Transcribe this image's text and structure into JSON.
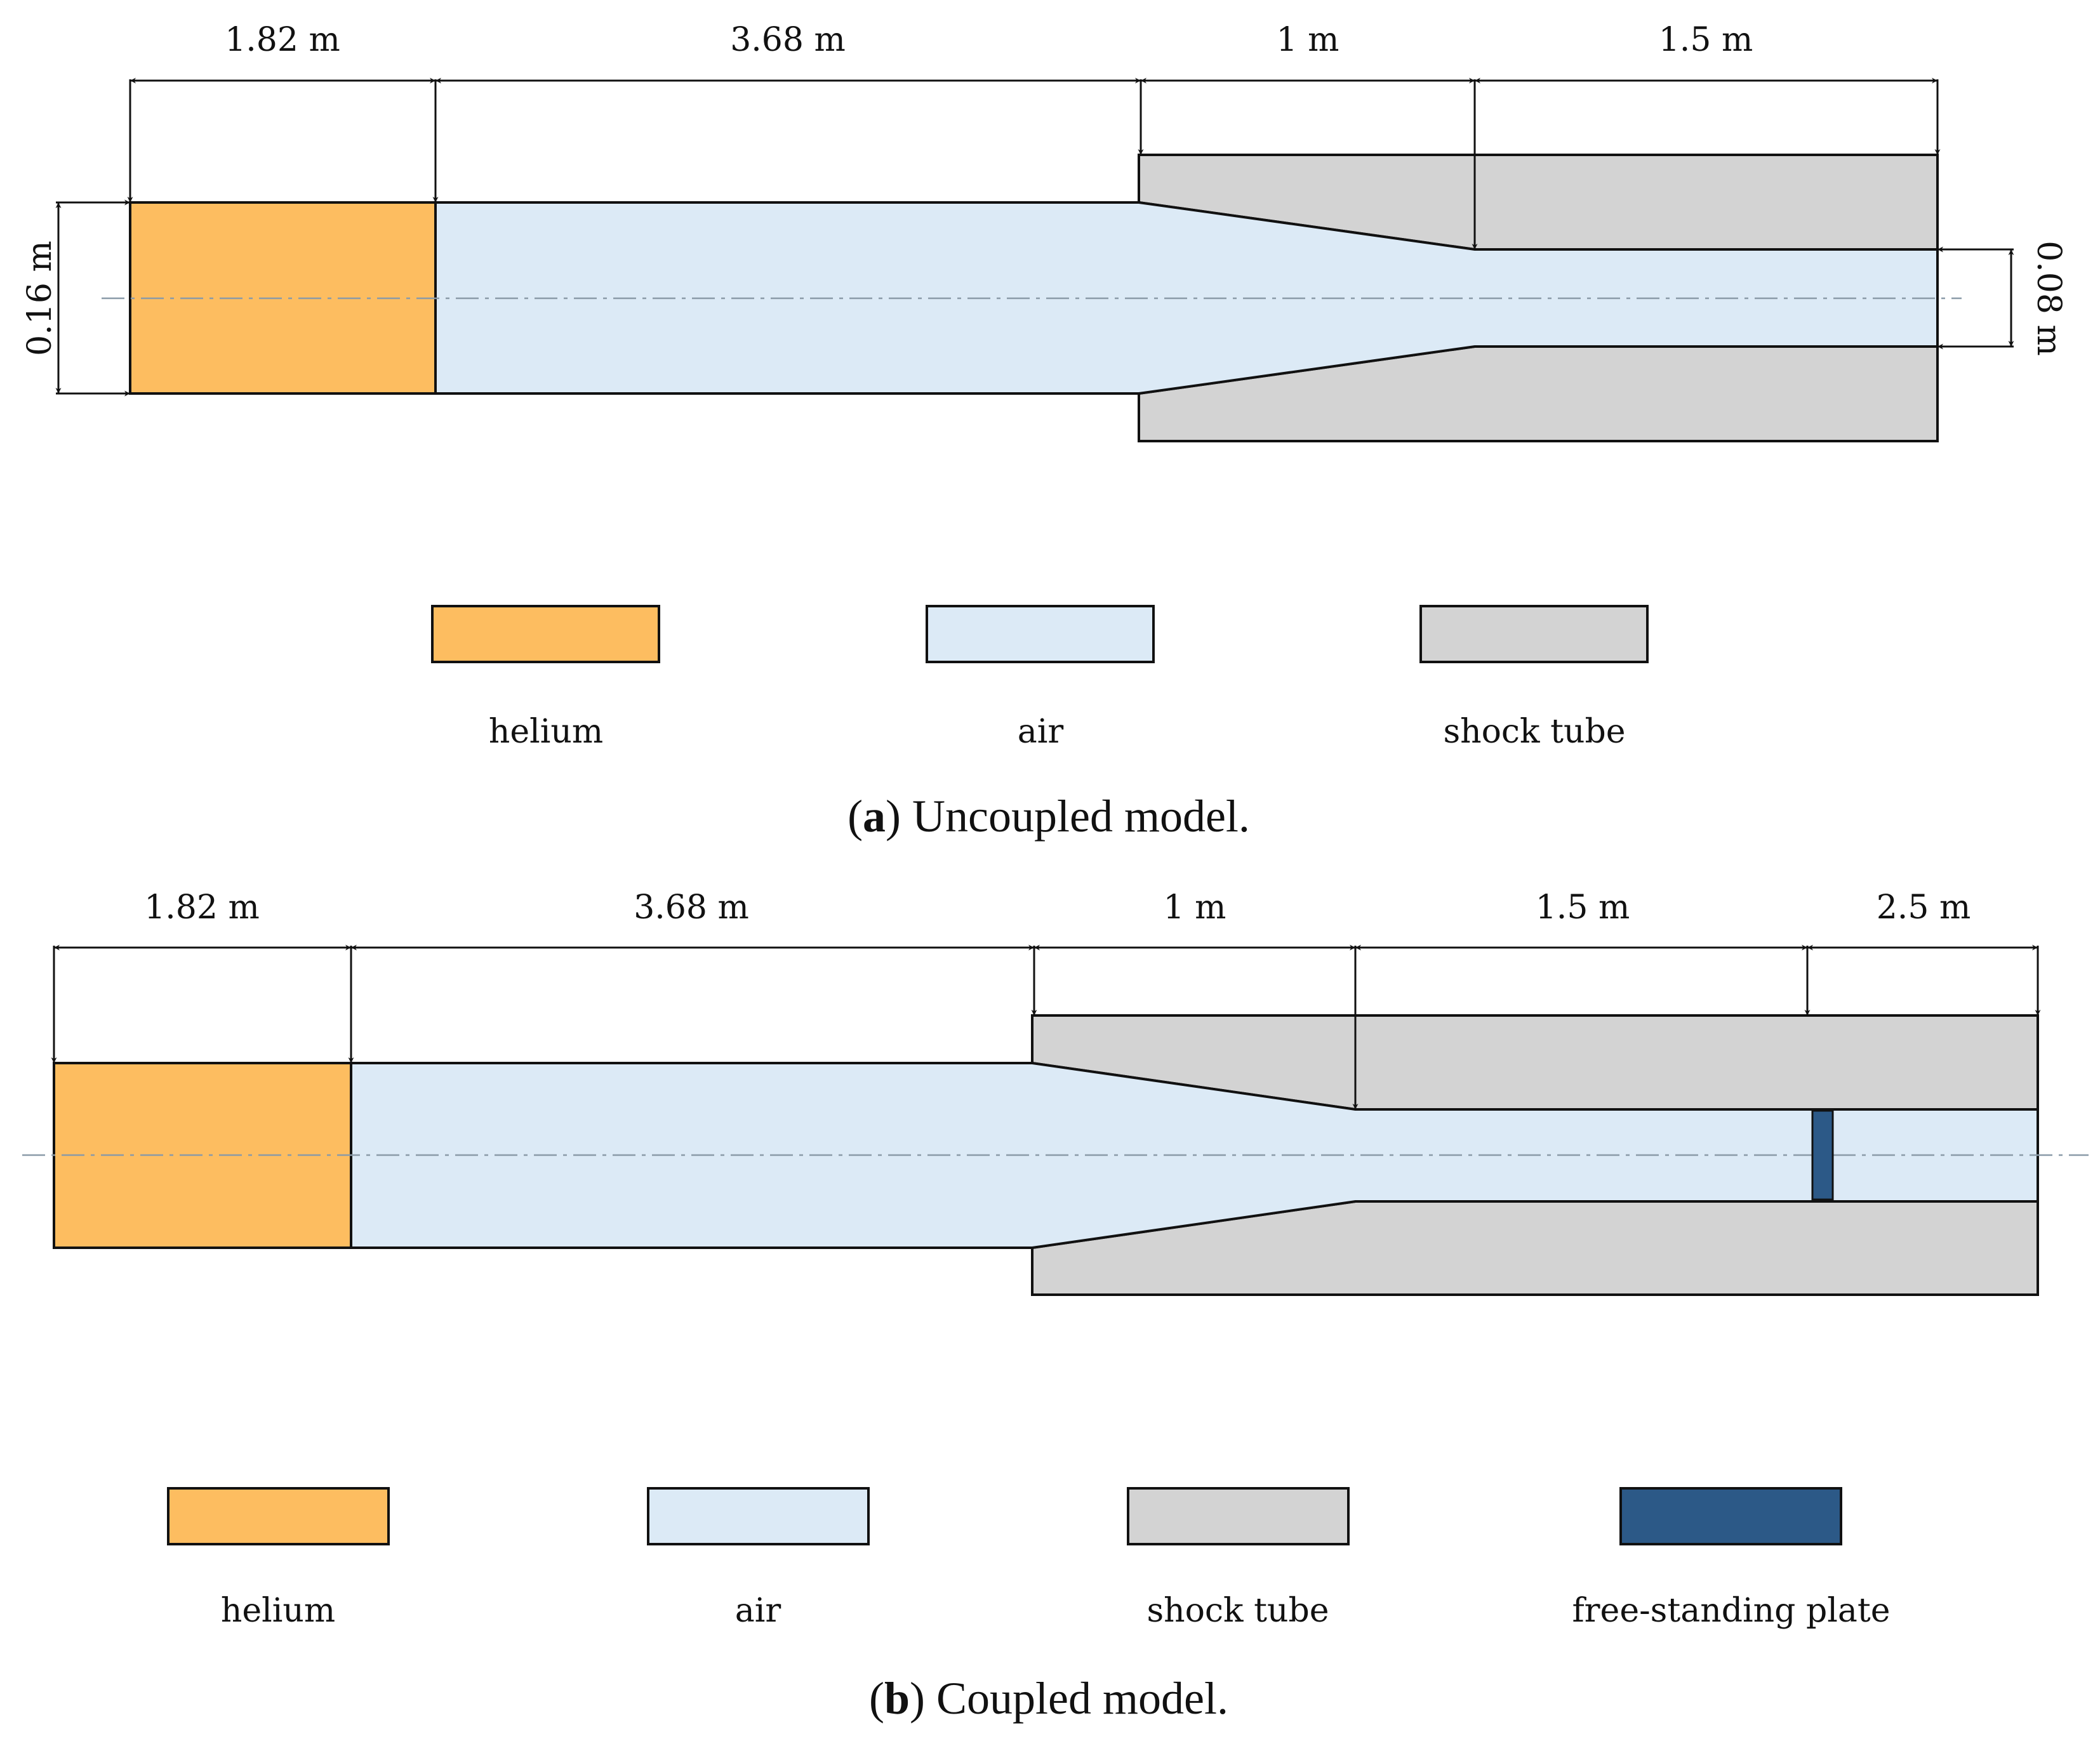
{
  "colors": {
    "helium": "#FDBD60",
    "air": "#DCEAF6",
    "tube": "#D3D3D3",
    "plate": "#2C5987",
    "stroke": "#111111"
  },
  "panel_a": {
    "dims_top": [
      "1.82 m",
      "3.68 m",
      "1 m",
      "1.5 m"
    ],
    "dim_left": "0.16 m",
    "dim_right": "0.08 m",
    "legend": [
      {
        "label": "helium",
        "color_key": "helium"
      },
      {
        "label": "air",
        "color_key": "air"
      },
      {
        "label": "shock tube",
        "color_key": "tube"
      }
    ],
    "caption_letter": "a",
    "caption_text": "Uncoupled model."
  },
  "panel_b": {
    "dims_top": [
      "1.82 m",
      "3.68 m",
      "1 m",
      "1.5 m",
      "2.5 m"
    ],
    "legend": [
      {
        "label": "helium",
        "color_key": "helium"
      },
      {
        "label": "air",
        "color_key": "air"
      },
      {
        "label": "shock tube",
        "color_key": "tube"
      },
      {
        "label": "free-standing plate",
        "color_key": "plate"
      }
    ],
    "caption_letter": "b",
    "caption_text": "Coupled model."
  }
}
